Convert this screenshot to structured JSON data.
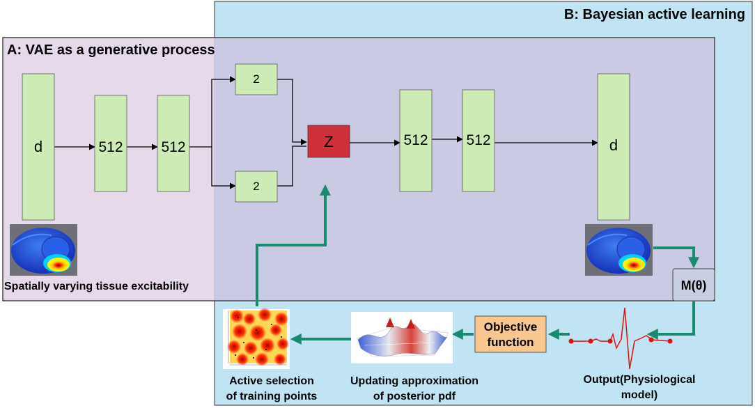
{
  "panel_b": {
    "title": "B: Bayesian active learning",
    "fill": "#c0e4f3"
  },
  "panel_a": {
    "title": "A: VAE as a generative process",
    "fill": "#e2d4e6"
  },
  "encoder": {
    "input_label": "d",
    "hidden1_label": "512",
    "hidden2_label": "512",
    "mu_label": "2",
    "sigma_label": "2"
  },
  "latent": {
    "label": "Z",
    "fill": "#d0303a"
  },
  "decoder": {
    "hidden1_label": "512",
    "hidden2_label": "512",
    "output_label": "d"
  },
  "layer_fill": "#cdebb5",
  "arrow_color": "#1a8a6e",
  "model": {
    "label": "M(θ)"
  },
  "objective": {
    "line1": "Objective",
    "line2": "function",
    "fill": "#f8c78f"
  },
  "captions": {
    "tissue": "Spatially varying tissue excitability",
    "active_line1": "Active selection",
    "active_line2": "of training points",
    "update_line1": "Updating approximation",
    "update_line2": "of posterior pdf",
    "output_line1": "Output(Physiological",
    "output_line2": "model)"
  },
  "icons": {
    "input_map": "heart-excitability-map-icon",
    "output_map": "heart-excitability-map-icon",
    "heatmap": "acquisition-heatmap-icon",
    "surface": "posterior-surface-plot-icon",
    "signal": "ecg-signal-icon"
  }
}
